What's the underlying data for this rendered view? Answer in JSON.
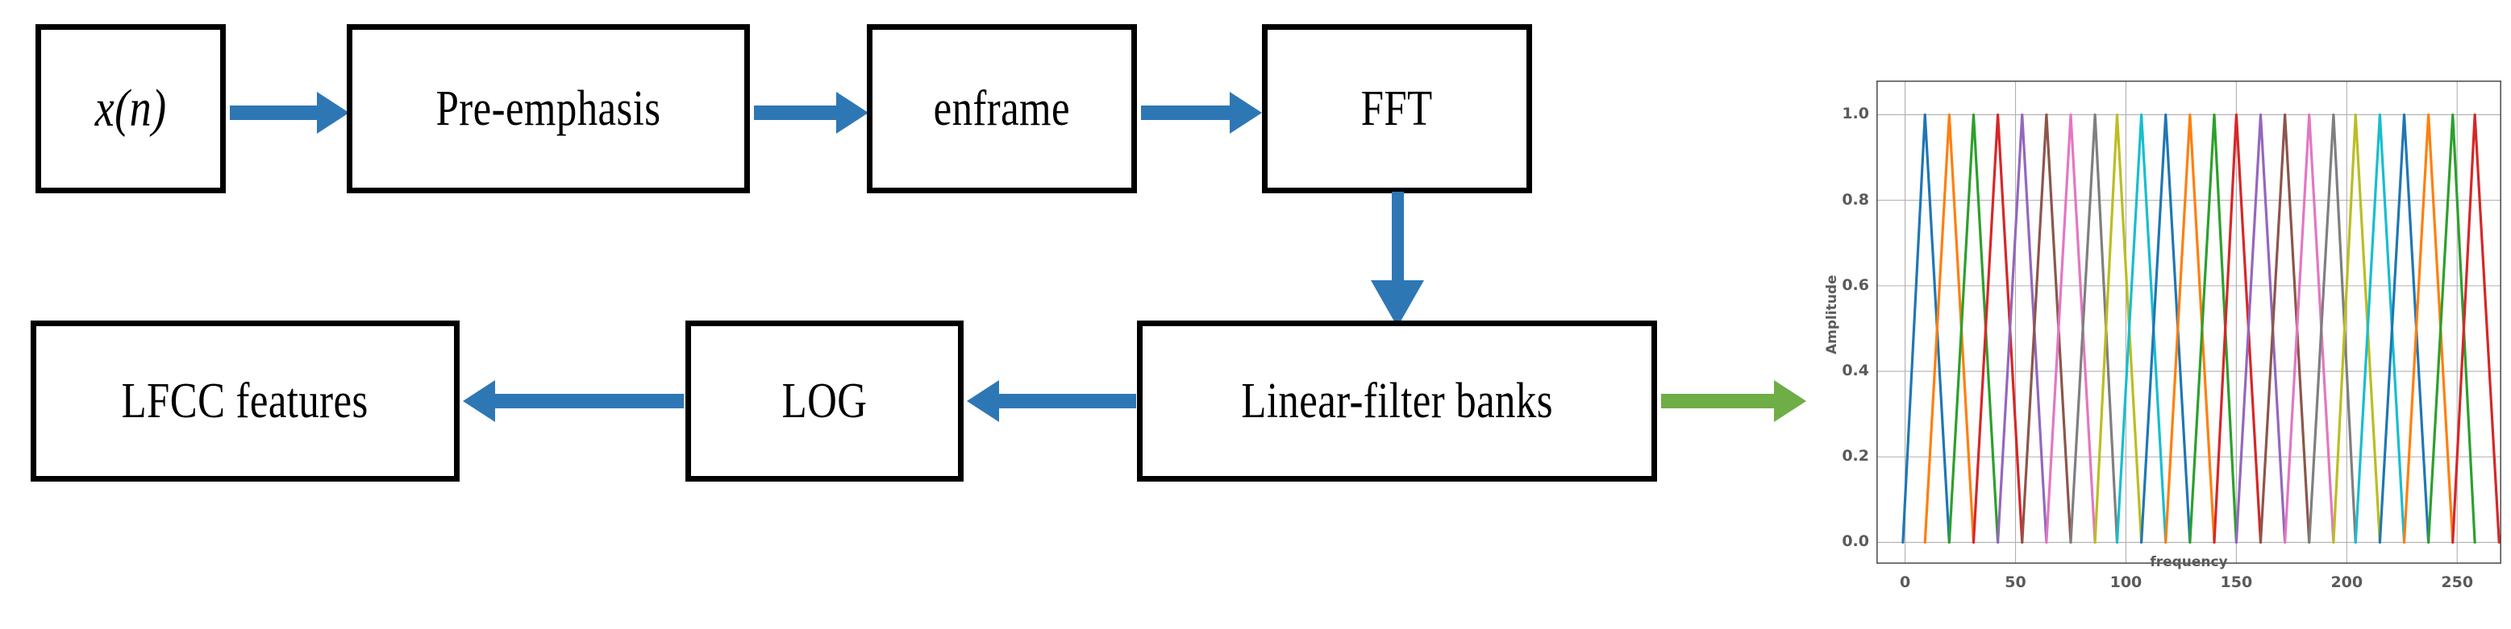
{
  "diagram": {
    "title": "LFCC feature extraction pipeline",
    "nodes": [
      {
        "id": "xn",
        "label": "x(n)",
        "math": true
      },
      {
        "id": "preemph",
        "label": "Pre-emphasis",
        "math": false
      },
      {
        "id": "enframe",
        "label": "enframe",
        "math": false
      },
      {
        "id": "fft",
        "label": "FFT",
        "math": false
      },
      {
        "id": "filterbank",
        "label": "Linear-filter banks",
        "math": false
      },
      {
        "id": "log",
        "label": "LOG",
        "math": false
      },
      {
        "id": "lfcc",
        "label": "LFCC features",
        "math": false
      }
    ],
    "edges": [
      {
        "from": "xn",
        "to": "preemph",
        "direction": "right",
        "color": "#2E77B5"
      },
      {
        "from": "preemph",
        "to": "enframe",
        "direction": "right",
        "color": "#2E77B5"
      },
      {
        "from": "enframe",
        "to": "fft",
        "direction": "right",
        "color": "#2E77B5"
      },
      {
        "from": "fft",
        "to": "filterbank",
        "direction": "down",
        "color": "#2E77B5"
      },
      {
        "from": "filterbank",
        "to": "log",
        "direction": "left",
        "color": "#2E77B5"
      },
      {
        "from": "log",
        "to": "lfcc",
        "direction": "left",
        "color": "#2E77B5"
      },
      {
        "from": "filterbank",
        "to": "chart",
        "direction": "right",
        "color": "#6FAD46"
      }
    ],
    "colors": {
      "arrow_blue": "#2E77B5",
      "arrow_green": "#6FAD46",
      "box_border": "#000000",
      "box_fill": "#FFFFFF"
    }
  },
  "chart_data": {
    "type": "line",
    "title": "",
    "xlabel": "frequency",
    "ylabel": "Amplitude",
    "xlim": [
      -13,
      270
    ],
    "ylim": [
      -0.05,
      1.08
    ],
    "xticks": [
      0,
      50,
      100,
      150,
      200,
      250
    ],
    "yticks": [
      0.0,
      0.2,
      0.4,
      0.6,
      0.8,
      1.0
    ],
    "xticklabels": [
      "0",
      "50",
      "100",
      "150",
      "200",
      "250"
    ],
    "yticklabels": [
      "0.0",
      "0.2",
      "0.4",
      "0.6",
      "0.8",
      "1.0"
    ],
    "grid": true,
    "legend": "none",
    "n_filters": 24,
    "description": "Linear (triangular) filter bank: 24 overlapping triangular band-pass filters, each rising from 0 to amplitude 1 at its centre frequency and falling back to 0, evenly spaced across 0-256 frequency bins.",
    "palette": [
      "#1f77b4",
      "#ff7f0e",
      "#2ca02c",
      "#d62728",
      "#9467bd",
      "#8c564b",
      "#e377c2",
      "#7f7f7f",
      "#bcbd22",
      "#17becf"
    ],
    "series": [
      {
        "name": "filter-1",
        "color": "#1f77b4",
        "left": -1,
        "center": 9,
        "right": 20,
        "peak": 1.0
      },
      {
        "name": "filter-2",
        "color": "#ff7f0e",
        "left": 9,
        "center": 20,
        "right": 31,
        "peak": 1.0
      },
      {
        "name": "filter-3",
        "color": "#2ca02c",
        "left": 20,
        "center": 31,
        "right": 42,
        "peak": 1.0
      },
      {
        "name": "filter-4",
        "color": "#d62728",
        "left": 31,
        "center": 42,
        "right": 53,
        "peak": 1.0
      },
      {
        "name": "filter-5",
        "color": "#9467bd",
        "left": 42,
        "center": 53,
        "right": 64,
        "peak": 1.0
      },
      {
        "name": "filter-6",
        "color": "#8c564b",
        "left": 53,
        "center": 64,
        "right": 75,
        "peak": 1.0
      },
      {
        "name": "filter-7",
        "color": "#e377c2",
        "left": 64,
        "center": 75,
        "right": 86,
        "peak": 1.0
      },
      {
        "name": "filter-8",
        "color": "#7f7f7f",
        "left": 75,
        "center": 86,
        "right": 96,
        "peak": 1.0
      },
      {
        "name": "filter-9",
        "color": "#bcbd22",
        "left": 86,
        "center": 96,
        "right": 107,
        "peak": 1.0
      },
      {
        "name": "filter-10",
        "color": "#17becf",
        "left": 96,
        "center": 107,
        "right": 118,
        "peak": 1.0
      },
      {
        "name": "filter-11",
        "color": "#1f77b4",
        "left": 107,
        "center": 118,
        "right": 129,
        "peak": 1.0
      },
      {
        "name": "filter-12",
        "color": "#ff7f0e",
        "left": 118,
        "center": 129,
        "right": 140,
        "peak": 1.0
      },
      {
        "name": "filter-13",
        "color": "#2ca02c",
        "left": 129,
        "center": 140,
        "right": 150,
        "peak": 1.0
      },
      {
        "name": "filter-14",
        "color": "#d62728",
        "left": 140,
        "center": 150,
        "right": 161,
        "peak": 1.0
      },
      {
        "name": "filter-15",
        "color": "#9467bd",
        "left": 150,
        "center": 161,
        "right": 172,
        "peak": 1.0
      },
      {
        "name": "filter-16",
        "color": "#8c564b",
        "left": 161,
        "center": 172,
        "right": 183,
        "peak": 1.0
      },
      {
        "name": "filter-17",
        "color": "#e377c2",
        "left": 172,
        "center": 183,
        "right": 194,
        "peak": 1.0
      },
      {
        "name": "filter-18",
        "color": "#7f7f7f",
        "left": 183,
        "center": 194,
        "right": 204,
        "peak": 1.0
      },
      {
        "name": "filter-19",
        "color": "#bcbd22",
        "left": 194,
        "center": 204,
        "right": 215,
        "peak": 1.0
      },
      {
        "name": "filter-20",
        "color": "#17becf",
        "left": 204,
        "center": 215,
        "right": 226,
        "peak": 1.0
      },
      {
        "name": "filter-21",
        "color": "#1f77b4",
        "left": 215,
        "center": 226,
        "right": 237,
        "peak": 1.0
      },
      {
        "name": "filter-22",
        "color": "#ff7f0e",
        "left": 226,
        "center": 237,
        "right": 248,
        "peak": 1.0
      },
      {
        "name": "filter-23",
        "color": "#2ca02c",
        "left": 237,
        "center": 248,
        "right": 258,
        "peak": 1.0
      },
      {
        "name": "filter-24",
        "color": "#d62728",
        "left": 248,
        "center": 258,
        "right": 269,
        "peak": 1.0
      }
    ]
  }
}
